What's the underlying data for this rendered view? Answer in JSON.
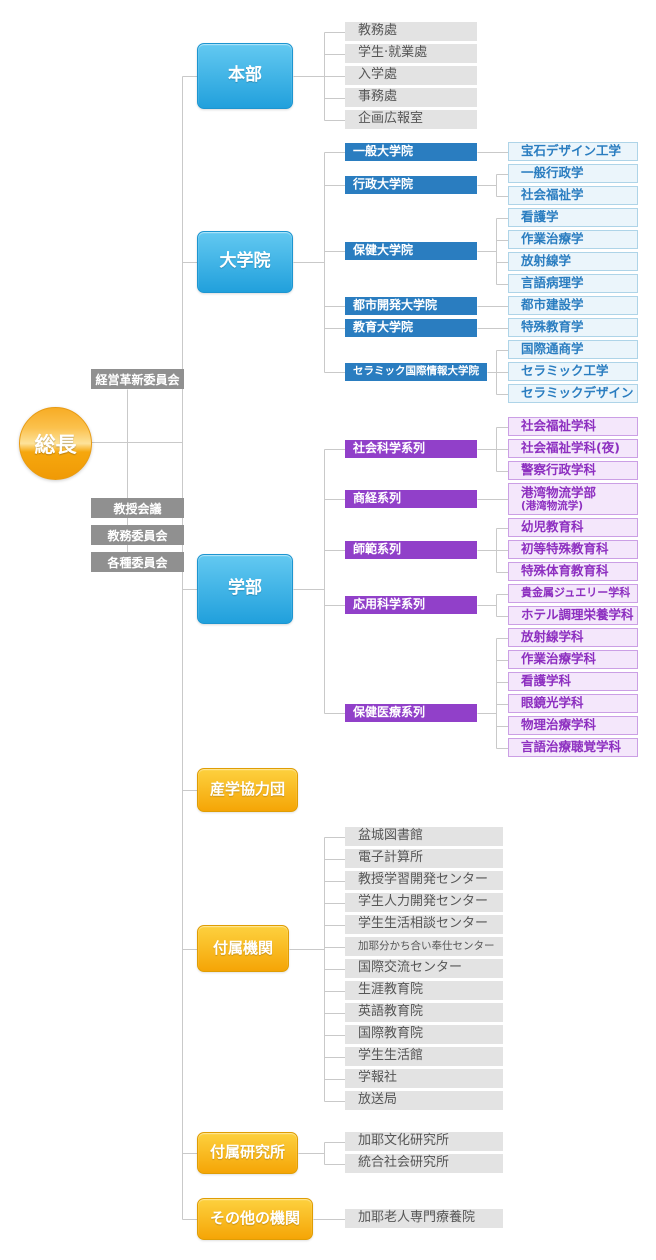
{
  "palette": {
    "line": "#c9c9c9",
    "blue_grad_top": "#63c9f1",
    "blue_grad_bottom": "#21a0dc",
    "blue_border": "#1d95d0",
    "blue_solid": "#2a7dc0",
    "blue_light_bg": "#ebf5fb",
    "blue_light_border": "#aed4e8",
    "purple_solid": "#9140c9",
    "purple_light_bg": "#f4e7fb",
    "purple_light_border": "#cb9fe5",
    "purple_text": "#8d2fc0",
    "orange_grad_top": "#fdd13f",
    "orange_grad_bottom": "#f5a506",
    "orange_border": "#df9d04",
    "gray_bg": "#e3e3e3",
    "gray_text": "#565656",
    "committee_bg": "#909090"
  },
  "president": {
    "label": "総長"
  },
  "committees": {
    "top": [
      "経営革新委員会"
    ],
    "bottom": [
      "教授会議",
      "教務委員会",
      "各種委員会"
    ]
  },
  "sections": [
    {
      "id": "honbu",
      "label": "本部",
      "variant": "blue",
      "children": [
        {
          "label": "教務處",
          "variant": "gray"
        },
        {
          "label": "学生·就業處",
          "variant": "gray"
        },
        {
          "label": "入学處",
          "variant": "gray"
        },
        {
          "label": "事務處",
          "variant": "gray"
        },
        {
          "label": "企画広報室",
          "variant": "gray"
        }
      ]
    },
    {
      "id": "daigakuin",
      "label": "大学院",
      "variant": "blue",
      "children": [
        {
          "label": "一般大学院",
          "variant": "blue-solid",
          "children": [
            {
              "label": "宝石デザイン工学",
              "variant": "blue-light"
            }
          ]
        },
        {
          "label": "行政大学院",
          "variant": "blue-solid",
          "children": [
            {
              "label": "一般行政学",
              "variant": "blue-light"
            },
            {
              "label": "社会福祉学",
              "variant": "blue-light"
            }
          ]
        },
        {
          "label": "保健大学院",
          "variant": "blue-solid",
          "children": [
            {
              "label": "看護学",
              "variant": "blue-light"
            },
            {
              "label": "作業治療学",
              "variant": "blue-light"
            },
            {
              "label": "放射線学",
              "variant": "blue-light"
            },
            {
              "label": "言語病理学",
              "variant": "blue-light"
            }
          ]
        },
        {
          "label": "都市開発大学院",
          "variant": "blue-solid",
          "children": [
            {
              "label": "都市建設学",
              "variant": "blue-light"
            }
          ]
        },
        {
          "label": "教育大学院",
          "variant": "blue-solid",
          "children": [
            {
              "label": "特殊教育学",
              "variant": "blue-light"
            }
          ]
        },
        {
          "label": "セラミック国際情報大学院",
          "variant": "blue-solid",
          "children": [
            {
              "label": "国際通商学",
              "variant": "blue-light"
            },
            {
              "label": "セラミック工学",
              "variant": "blue-light"
            },
            {
              "label": "セラミックデザイン",
              "variant": "blue-light"
            }
          ]
        }
      ]
    },
    {
      "id": "gakubu",
      "label": "学部",
      "variant": "blue",
      "children": [
        {
          "label": "社会科学系列",
          "variant": "purple-solid",
          "children": [
            {
              "label": "社会福祉学科",
              "variant": "purple-light"
            },
            {
              "label": "社会福祉学科(夜)",
              "variant": "purple-light"
            },
            {
              "label": "警察行政学科",
              "variant": "purple-light"
            }
          ]
        },
        {
          "label": "商経系列",
          "variant": "purple-solid",
          "children": [
            {
              "label": "港湾物流学部",
              "sublabel": "(港湾物流学)",
              "tall": true,
              "variant": "purple-light"
            }
          ]
        },
        {
          "label": "師範系列",
          "variant": "purple-solid",
          "children": [
            {
              "label": "幼児教育科",
              "variant": "purple-light"
            },
            {
              "label": "初等特殊教育科",
              "variant": "purple-light"
            },
            {
              "label": "特殊体育教育科",
              "variant": "purple-light"
            }
          ]
        },
        {
          "label": "応用科学系列",
          "variant": "purple-solid",
          "children": [
            {
              "label": "貴金属ジュエリー学科",
              "variant": "purple-light"
            },
            {
              "label": "ホテル調理栄養学科",
              "variant": "purple-light"
            }
          ]
        },
        {
          "label": "保健医療系列",
          "variant": "purple-solid",
          "children": [
            {
              "label": "放射線学科",
              "variant": "purple-light"
            },
            {
              "label": "作業治療学科",
              "variant": "purple-light"
            },
            {
              "label": "看護学科",
              "variant": "purple-light"
            },
            {
              "label": "眼鏡光学科",
              "variant": "purple-light"
            },
            {
              "label": "物理治療学科",
              "variant": "purple-light"
            },
            {
              "label": "言語治療聴覚学科",
              "variant": "purple-light"
            }
          ]
        }
      ]
    },
    {
      "id": "sangaku-kyoryokudan",
      "label": "産学協力団",
      "variant": "orange",
      "children": []
    },
    {
      "id": "fuzoku-kikan",
      "label": "付属機関",
      "variant": "orange",
      "children": [
        {
          "label": "盆城図書館",
          "variant": "gray"
        },
        {
          "label": "電子計算所",
          "variant": "gray"
        },
        {
          "label": "教授学習開発センター",
          "variant": "gray"
        },
        {
          "label": "学生人力開発センター",
          "variant": "gray"
        },
        {
          "label": "学生生活相談センター",
          "variant": "gray"
        },
        {
          "label": "加耶分かち合い奉仕センター",
          "variant": "gray"
        },
        {
          "label": "国際交流センター",
          "variant": "gray"
        },
        {
          "label": "生涯教育院",
          "variant": "gray"
        },
        {
          "label": "英語教育院",
          "variant": "gray"
        },
        {
          "label": "国際教育院",
          "variant": "gray"
        },
        {
          "label": "学生生活館",
          "variant": "gray"
        },
        {
          "label": "学報社",
          "variant": "gray"
        },
        {
          "label": "放送局",
          "variant": "gray"
        }
      ]
    },
    {
      "id": "fuzoku-kenkyujo",
      "label": "付属研究所",
      "variant": "orange",
      "children": [
        {
          "label": "加耶文化研究所",
          "variant": "gray"
        },
        {
          "label": "統合社会研究所",
          "variant": "gray"
        }
      ]
    },
    {
      "id": "sonota-no-kikan",
      "label": "その他の機関",
      "variant": "orange",
      "children": [
        {
          "label": "加耶老人専門療養院",
          "variant": "gray"
        }
      ]
    }
  ]
}
